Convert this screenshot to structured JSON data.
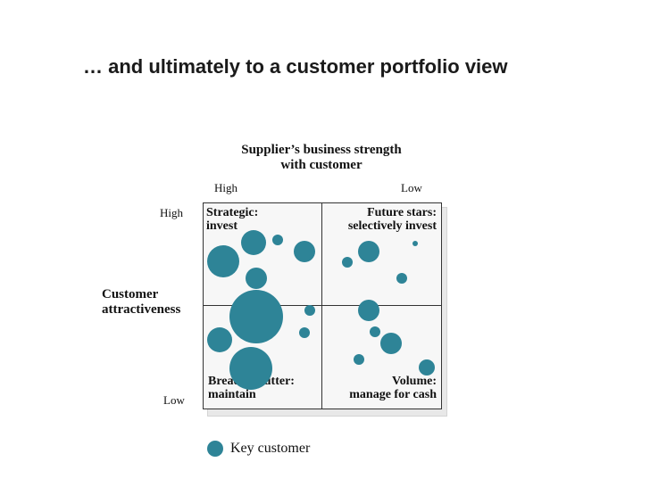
{
  "title": "… and ultimately to a customer portfolio view",
  "x_axis": {
    "title": "Supplier’s business strength with customer",
    "high": "High",
    "low": "Low"
  },
  "y_axis": {
    "title": "Customer attractiveness",
    "high": "High",
    "low": "Low"
  },
  "quadrants": [
    {
      "line1": "Strategic:",
      "line2": "invest"
    },
    {
      "line1": "Future stars:",
      "line2": "selectively invest"
    },
    {
      "line1": "Bread & butter:",
      "line2": "maintain"
    },
    {
      "line1": "Volume:",
      "line2": "manage for cash"
    }
  ],
  "legend": {
    "label": "Key customer",
    "color": "#2e8497"
  },
  "bubble_color": "#2e8497",
  "chart_data": {
    "type": "scatter",
    "bubbles": [
      {
        "quadrant": "strategic",
        "size": "medium"
      },
      {
        "quadrant": "strategic",
        "size": "small"
      },
      {
        "quadrant": "strategic",
        "size": "medium"
      },
      {
        "quadrant": "strategic",
        "size": "large"
      },
      {
        "quadrant": "strategic",
        "size": "medium"
      },
      {
        "quadrant": "bread-and-butter",
        "size": "very large"
      },
      {
        "quadrant": "bread-and-butter",
        "size": "medium"
      },
      {
        "quadrant": "bread-and-butter",
        "size": "large"
      },
      {
        "quadrant": "bread-and-butter",
        "size": "small"
      },
      {
        "quadrant": "bread-and-butter",
        "size": "small"
      },
      {
        "quadrant": "future-stars",
        "size": "tiny"
      },
      {
        "quadrant": "future-stars",
        "size": "medium"
      },
      {
        "quadrant": "future-stars",
        "size": "small"
      },
      {
        "quadrant": "future-stars",
        "size": "small"
      },
      {
        "quadrant": "volume",
        "size": "medium"
      },
      {
        "quadrant": "volume",
        "size": "small"
      },
      {
        "quadrant": "volume",
        "size": "medium"
      },
      {
        "quadrant": "volume",
        "size": "small"
      },
      {
        "quadrant": "volume",
        "size": "small"
      }
    ]
  }
}
